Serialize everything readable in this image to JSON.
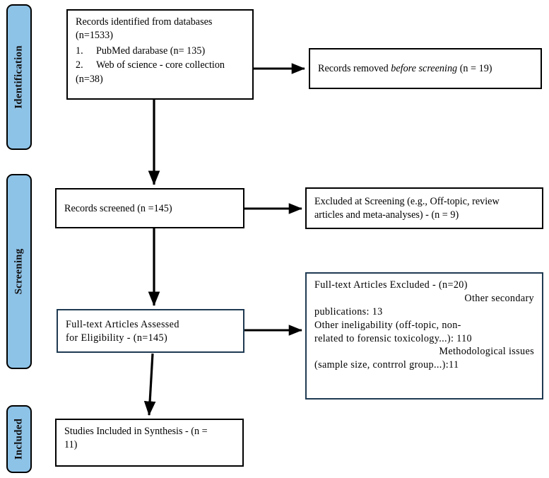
{
  "diagram": {
    "type": "prisma-flow-diagram",
    "title": "PRISMA study selection flow diagram",
    "colors": {
      "phase_fill": "#8EC3E8",
      "phase_border": "#000000",
      "box_border_black": "#000000",
      "box_border_teal": "#1F3A52",
      "text": "#000000",
      "background": "#FFFFFF"
    }
  },
  "phases": [
    {
      "id": "identification",
      "label": "Identification"
    },
    {
      "id": "screening",
      "label": "Screening"
    },
    {
      "id": "included",
      "label": "Included"
    }
  ],
  "boxes": {
    "identified": {
      "line1": "Records identified from databases",
      "line2": "(n=1533)",
      "items": [
        {
          "marker": "1.",
          "text": "PubMed darabase (n= 135)"
        },
        {
          "marker": "2.",
          "text": "Web of science - core collection"
        }
      ],
      "line3": "(n=38)"
    },
    "removed": {
      "text_before": "Records removed ",
      "text_italic": "before screening",
      "text_after": "  (n = 19)"
    },
    "screened": {
      "text": "Records screened (n =145)"
    },
    "excluded_screening": {
      "line1": "Excluded at Screening (e.g., Off-topic, review",
      "line2": "articles and meta-analyses) - (n = 9)"
    },
    "fulltext_assessed": {
      "line1": "Full-text  Articles  Assessed",
      "line2": "for Eligibility  - (n=145)"
    },
    "fulltext_excluded": {
      "line1": "Full-text  Articles  Excluded  - (n=20)",
      "line2": "Other secondary",
      "line3": "publications:  13",
      "line4": "Other ineligability (off-topic,  non-",
      "line5": "related  to forensic  toxicology...):  110",
      "line6": "Methodological   issues",
      "line7": "(sample size,  contrrol  group...):11"
    },
    "included": {
      "line1": "Studies Included in  Synthesis - (n =",
      "line2": "11)"
    }
  },
  "counts": {
    "records_identified": 1533,
    "pubmed": 135,
    "web_of_science": 38,
    "records_removed_before_screening": 19,
    "records_screened": 145,
    "excluded_at_screening": 9,
    "fulltext_assessed": 145,
    "fulltext_excluded_total": 20,
    "other_secondary_publications": 13,
    "other_ineligibility": 110,
    "methodological_issues": 11,
    "studies_included": 11
  },
  "connectors": [
    {
      "id": "identified-to-removed",
      "orientation": "horizontal"
    },
    {
      "id": "identified-to-screened",
      "orientation": "vertical"
    },
    {
      "id": "screened-to-excluded",
      "orientation": "horizontal"
    },
    {
      "id": "screened-to-fulltext",
      "orientation": "vertical"
    },
    {
      "id": "fulltext-to-excluded",
      "orientation": "horizontal"
    },
    {
      "id": "fulltext-to-included",
      "orientation": "vertical"
    }
  ]
}
